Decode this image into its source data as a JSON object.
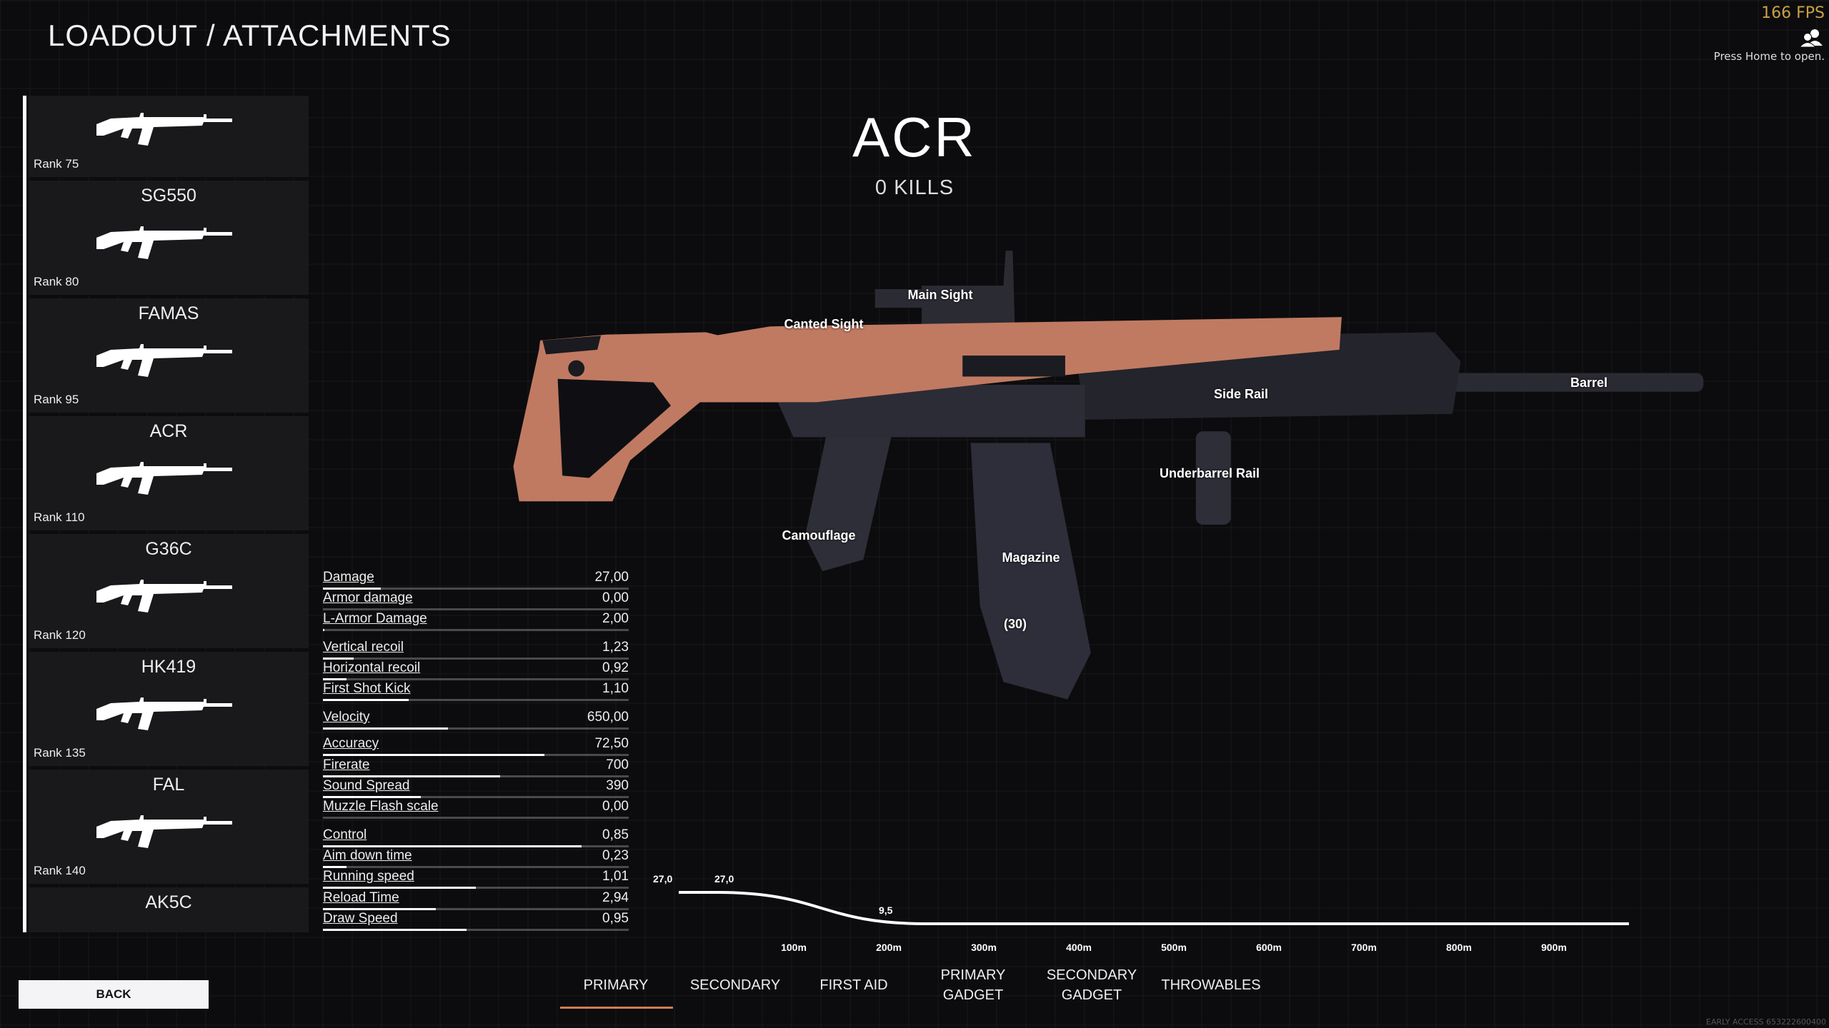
{
  "header": {
    "title": "LOADOUT / ATTACHMENTS"
  },
  "hud": {
    "fps": "166 FPS",
    "press_home": "Press Home to open.",
    "early_access": "EARLY ACCESS 653222600400",
    "friends_icon": "friends-icon"
  },
  "sidebar": {
    "items": [
      {
        "name": "",
        "rank": "Rank 75"
      },
      {
        "name": "SG550",
        "rank": "Rank 80"
      },
      {
        "name": "FAMAS",
        "rank": "Rank 95"
      },
      {
        "name": "ACR",
        "rank": "Rank 110"
      },
      {
        "name": "G36C",
        "rank": "Rank 120"
      },
      {
        "name": "HK419",
        "rank": "Rank 135"
      },
      {
        "name": "FAL",
        "rank": "Rank 140"
      },
      {
        "name": "AK5C",
        "rank": ""
      }
    ]
  },
  "weapon": {
    "name": "ACR",
    "kills": "0 KILLS"
  },
  "attachments": [
    {
      "label": "Main Sight"
    },
    {
      "label": "Canted Sight"
    },
    {
      "label": "Side Rail"
    },
    {
      "label": "Barrel"
    },
    {
      "label": "Underbarrel Rail"
    },
    {
      "label": "Camouflage"
    },
    {
      "label": "Magazine"
    },
    {
      "label": "(30)"
    }
  ],
  "stats": [
    {
      "label": "Damage",
      "value": "27,00",
      "fill": 0.19
    },
    {
      "label": "Armor damage",
      "value": "0,00",
      "fill": 0
    },
    {
      "label": "L-Armor Damage",
      "value": "2,00",
      "fill": 0.005
    },
    {
      "label": "Vertical recoil",
      "value": "1,23",
      "fill": 0.1
    },
    {
      "label": "Horizontal recoil",
      "value": "0,92",
      "fill": 0.076
    },
    {
      "label": "First Shot Kick",
      "value": "1,10",
      "fill": 0.28
    },
    {
      "label": "Velocity",
      "value": "650,00",
      "fill": 0.41
    },
    {
      "label": "Accuracy",
      "value": "72,50",
      "fill": 0.725
    },
    {
      "label": "Firerate",
      "value": "700",
      "fill": 0.58
    },
    {
      "label": "Sound Spread",
      "value": "390",
      "fill": 0.32
    },
    {
      "label": "Muzzle Flash scale",
      "value": "0,00",
      "fill": 0
    },
    {
      "label": "Control",
      "value": "0,85",
      "fill": 0.845
    },
    {
      "label": "Aim down time",
      "value": "0,23",
      "fill": 0.076
    },
    {
      "label": "Running speed",
      "value": "1,01",
      "fill": 0.5
    },
    {
      "label": "Reload Time",
      "value": "2,94",
      "fill": 0.37
    },
    {
      "label": "Draw Speed",
      "value": "0,95",
      "fill": 0.47
    }
  ],
  "chart_data": {
    "type": "line",
    "title": "Damage drop-off",
    "x": [
      0,
      40,
      260,
      1000
    ],
    "y": [
      27.0,
      27.0,
      9.5,
      9.5
    ],
    "point_labels": [
      "27,0",
      "27,0",
      "9,5",
      ""
    ],
    "xticks": [
      "100m",
      "200m",
      "300m",
      "400m",
      "500m",
      "600m",
      "700m",
      "800m",
      "900m"
    ],
    "xlim": [
      0,
      1000
    ],
    "ylim": [
      9.5,
      27.0
    ]
  },
  "tabs": [
    {
      "label": "PRIMARY",
      "active": true
    },
    {
      "label": "SECONDARY"
    },
    {
      "label": "FIRST AID"
    },
    {
      "label": "PRIMARY\nGADGET"
    },
    {
      "label": "SECONDARY\nGADGET"
    },
    {
      "label": "THROWABLES"
    }
  ],
  "back_label": "BACK",
  "colors": {
    "accent": "#d47c55",
    "fps": "#c9a046",
    "weapon_body": "#c07a62"
  }
}
